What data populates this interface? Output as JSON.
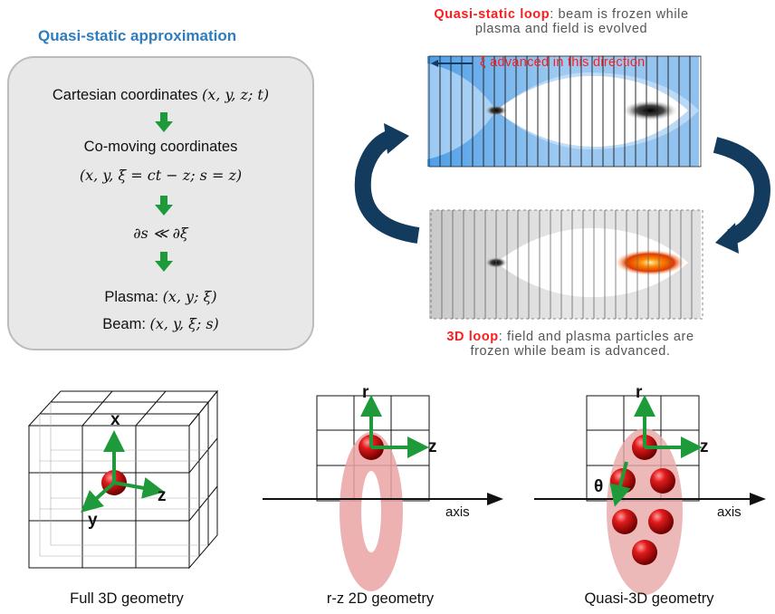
{
  "quasi_static_title": "Quasi-static approximation",
  "box": {
    "line1": "Cartesian coordinates",
    "line1_math": "(x, y, z; t)",
    "line2": "Co-moving coordinates",
    "line3_math": "(x, y, ξ = ct − z; s = z)",
    "line4_math": "∂s ≪ ∂ξ",
    "plasma_label": "Plasma:",
    "plasma_math": "(x, y; ξ)",
    "beam_label": "Beam:",
    "beam_math": "(x, y, ξ; s)"
  },
  "qs_loop": {
    "title": "Quasi-static loop",
    "rest": ": beam is frozen while",
    "line2": "plasma and field is evolved",
    "xi_label": "ξ advanced in this direction"
  },
  "loop3d": {
    "title": "3D loop",
    "rest": ": field and plasma particles are",
    "line2": "frozen while beam is advanced."
  },
  "geometries": {
    "full3d": {
      "caption": "Full 3D geometry",
      "x": "x",
      "y": "y",
      "z": "z"
    },
    "rz": {
      "caption": "r-z 2D geometry",
      "r": "r",
      "z": "z",
      "axis": "axis"
    },
    "q3d": {
      "caption": "Quasi-3D geometry",
      "r": "r",
      "z": "z",
      "theta": "θ",
      "axis": "axis"
    }
  },
  "colors": {
    "title_blue": "#2e7dbe",
    "highlight_red": "#ff1c1c",
    "arrow_green": "#1f9a3a",
    "loop_arrow": "#123b5e"
  }
}
